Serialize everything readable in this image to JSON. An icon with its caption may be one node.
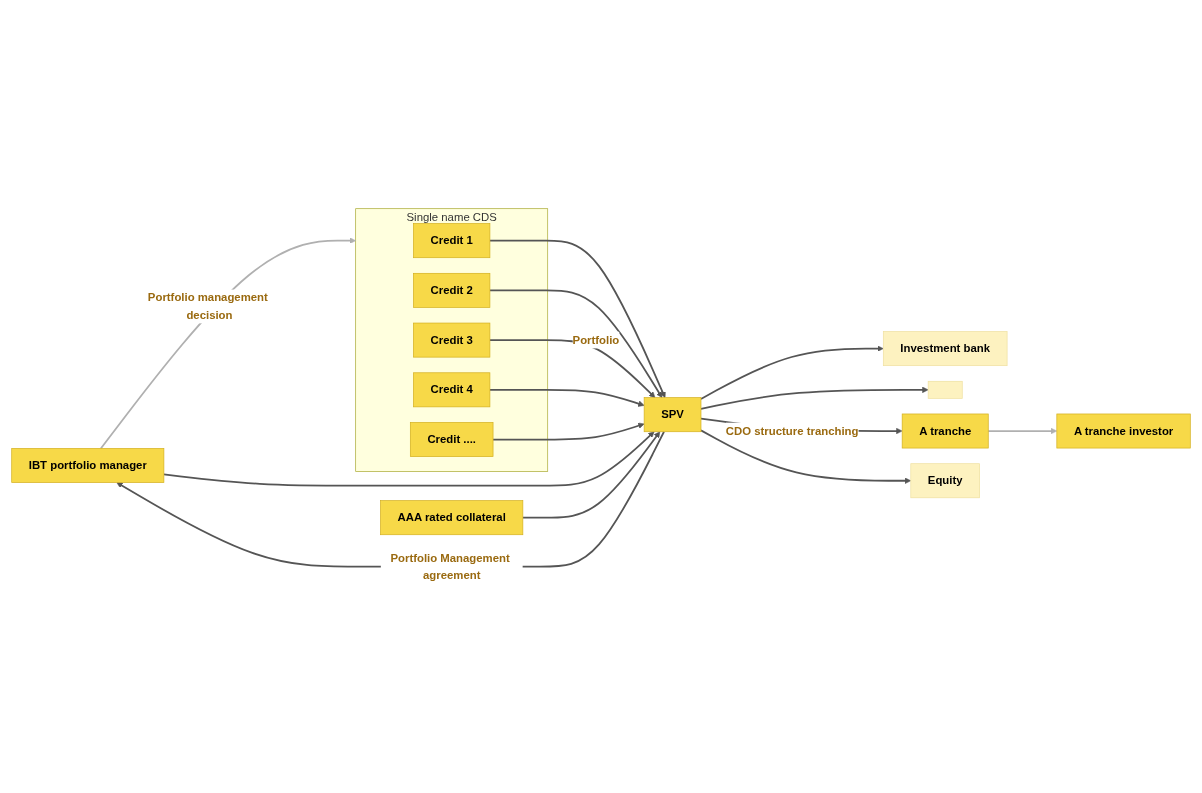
{
  "diagram": {
    "nodes": [
      {
        "text": [
          "IBT portfolio manager"
        ]
      },
      {
        "text": [
          "Single name CDS"
        ]
      },
      {
        "text": [
          "Credit 1"
        ],
        "in": 1
      },
      {
        "text": [
          "Credit 2"
        ],
        "in": 1
      },
      {
        "text": [
          "Credit 3"
        ],
        "in": 1
      },
      {
        "text": [
          "Credit 4"
        ],
        "in": 1
      },
      {
        "text": [
          "Credit ...."
        ],
        "in": 1
      },
      {
        "text": [
          "SPV"
        ]
      },
      {
        "text": [
          "Investment bank"
        ]
      },
      {
        "text": [],
        "shape": "box"
      },
      {
        "text": [
          "A tranche"
        ]
      },
      {
        "text": [
          "Equity"
        ]
      },
      {
        "text": [
          "AAA rated collateral"
        ]
      },
      {
        "text": [
          "A tranche investor"
        ]
      }
    ],
    "edges": [
      {
        "from": 0,
        "to": 1,
        "arrow": "to",
        "label": "Portfolio management decision",
        "color": "#b0b0b0"
      },
      {
        "from": 2,
        "to": 7,
        "arrow": "to"
      },
      {
        "from": 3,
        "to": 7,
        "arrow": "to"
      },
      {
        "from": 4,
        "to": 7,
        "arrow": "to",
        "label": "Portfolio"
      },
      {
        "from": 5,
        "to": 7,
        "arrow": "to"
      },
      {
        "from": 6,
        "to": 7,
        "arrow": "to"
      },
      {
        "from": 0,
        "to": 7,
        "arrow": "to"
      },
      {
        "from": 7,
        "to": 0,
        "arrow": "to",
        "label": "Portfolio Management agreement"
      },
      {
        "from": 7,
        "to": 8,
        "arrow": "to"
      },
      {
        "from": 7,
        "to": 9,
        "arrow": "to"
      },
      {
        "from": 7,
        "to": 10,
        "arrow": "to",
        "label": "CDO structure tranching"
      },
      {
        "from": 7,
        "to": 11,
        "arrow": "to"
      },
      {
        "from": 12,
        "to": 7,
        "arrow": "to"
      },
      {
        "from": 10,
        "to": 13,
        "arrow": "to",
        "color": "#b0b0b0"
      }
    ]
  }
}
